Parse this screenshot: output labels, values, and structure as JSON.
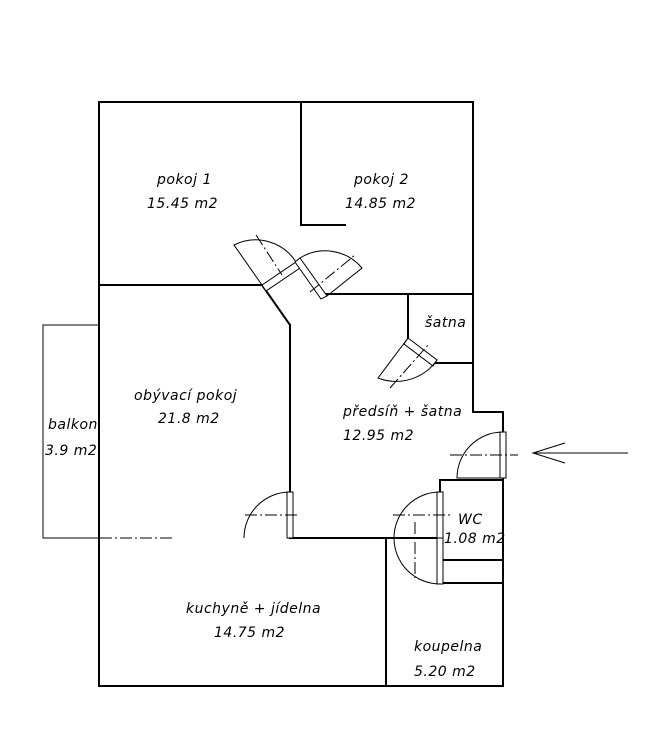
{
  "rooms": [
    {
      "id": "pokoj1",
      "name": "pokoj 1",
      "area": "15.45  m2"
    },
    {
      "id": "pokoj2",
      "name": "pokoj  2",
      "area": "14.85  m2"
    },
    {
      "id": "obyvaci",
      "name": "obývací pokoj",
      "area": "21.8  m2"
    },
    {
      "id": "satna",
      "name": "šatna",
      "area": ""
    },
    {
      "id": "predsin",
      "name": "předsíň + šatna",
      "area": "12.95  m2"
    },
    {
      "id": "balkon",
      "name": "balkon",
      "area": "3.9  m2"
    },
    {
      "id": "wc",
      "name": "WC",
      "area": "1.08  m2"
    },
    {
      "id": "kuchyne",
      "name": "kuchyně + jídelna",
      "area": "14.75  m2"
    },
    {
      "id": "koupelna",
      "name": "koupelna",
      "area": "5.20  m2"
    }
  ]
}
